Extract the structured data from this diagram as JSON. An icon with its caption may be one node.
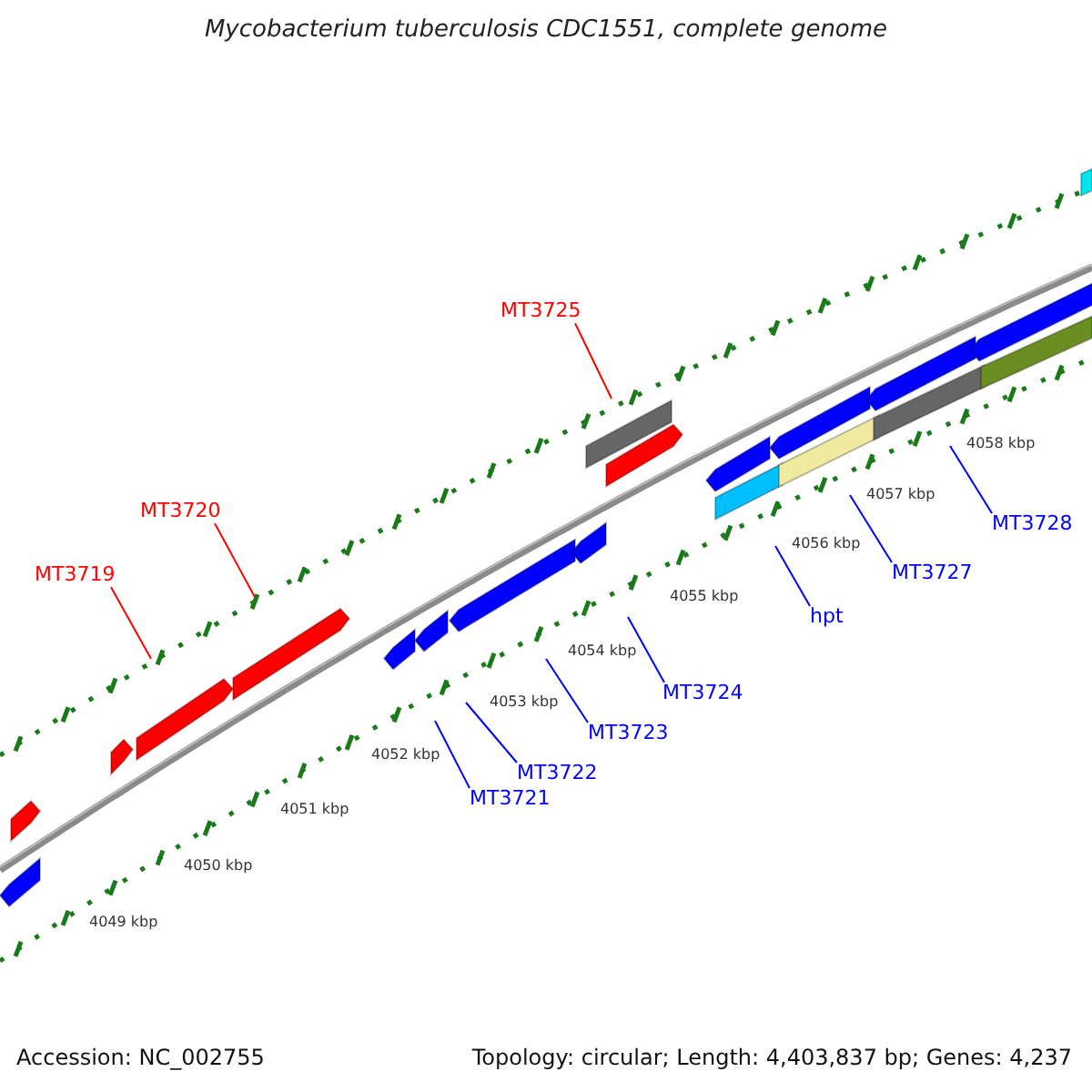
{
  "diagram": {
    "title": "Mycobacterium tuberculosis CDC1551, complete genome",
    "nodes": [
      {
        "text": [
          "MT3725"
        ]
      },
      {
        "text": [
          "MT3720"
        ]
      },
      {
        "text": [
          "MT3719"
        ]
      },
      {
        "text": [
          "MT3728"
        ]
      },
      {
        "text": [
          "MT3727"
        ]
      },
      {
        "text": [
          "hpt"
        ]
      },
      {
        "text": [
          "MT3724"
        ]
      },
      {
        "text": [
          "MT3723"
        ]
      },
      {
        "text": [
          "MT3722"
        ]
      },
      {
        "text": [
          "MT3721"
        ]
      }
    ],
    "edges": [
      {
        "from": 0,
        "to": null,
        "arrow": "none",
        "color": "#ff0000"
      },
      {
        "from": 1,
        "to": null,
        "arrow": "none",
        "color": "#ff0000"
      },
      {
        "from": 2,
        "to": null,
        "arrow": "none",
        "color": "#ff0000"
      },
      {
        "from": 3,
        "to": null,
        "arrow": "none"
      },
      {
        "from": 4,
        "to": null,
        "arrow": "none"
      },
      {
        "from": 5,
        "to": null,
        "arrow": "none"
      },
      {
        "from": 6,
        "to": null,
        "arrow": "none"
      },
      {
        "from": 7,
        "to": null,
        "arrow": "none"
      },
      {
        "from": 8,
        "to": null,
        "arrow": "none"
      },
      {
        "from": 9,
        "to": null,
        "arrow": "none"
      }
    ],
    "labels": [
      "4058 kbp",
      "4057 kbp",
      "4056 kbp",
      "4055 kbp",
      "4054 kbp",
      "4053 kbp",
      "4052 kbp",
      "4051 kbp",
      "4050 kbp",
      "4049 kbp",
      "Accession: NC_002755",
      "Topology: circular; Length: 4,403,837 bp; Genes: 4,237"
    ]
  }
}
